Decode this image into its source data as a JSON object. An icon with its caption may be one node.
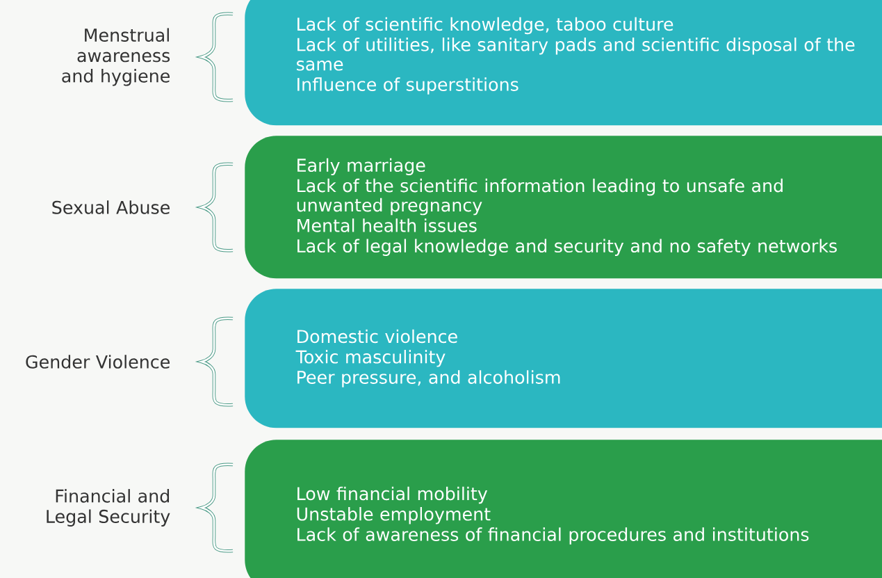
{
  "diagram": {
    "nodes": [
      {
        "text": [
          "Lack of scientific knowledge, taboo culture",
          "Lack of utilities, like sanitary pads and scientific disposal of the same",
          "Influence of superstitions"
        ]
      },
      {
        "text": [
          "Early marriage",
          "Lack of the scientific information leading to unsafe and unwanted pregnancy",
          "Mental health issues",
          "Lack of legal knowledge and security and no safety networks"
        ]
      },
      {
        "text": [
          "Domestic violence",
          "Toxic masculinity",
          "Peer pressure, and alcoholism"
        ]
      },
      {
        "text": [
          "Low financial mobility",
          "Unstable employment",
          "Lack of awareness of financial procedures and institutions"
        ]
      }
    ],
    "labels": [
      "Menstrual awareness and hygiene",
      "Sexual Abuse",
      "Gender Violence",
      "Financial and Legal Security"
    ]
  }
}
